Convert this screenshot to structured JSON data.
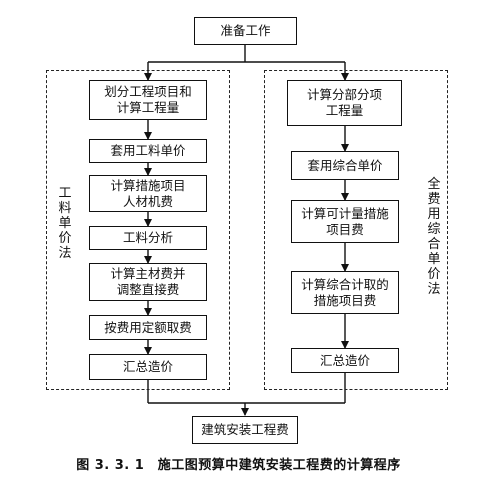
{
  "nodes": {
    "start": "准备工作",
    "left": [
      "划分工程项目和\n计算工程量",
      "套用工料单价",
      "计算措施项目\n人材机费",
      "工料分析",
      "计算主材费并\n调整直接费",
      "按费用定额取费",
      "汇总造价"
    ],
    "right": [
      "计算分部分项\n工程量",
      "套用综合单价",
      "计算可计量措施\n项目费",
      "计算综合计取的\n措施项目费",
      "汇总造价"
    ],
    "end": "建筑安装工程费"
  },
  "group_labels": {
    "left": "工料单价法",
    "right": "全费用综合单价法"
  },
  "caption": "图 3. 3. 1　施工图预算中建筑安装工程费的计算程序"
}
